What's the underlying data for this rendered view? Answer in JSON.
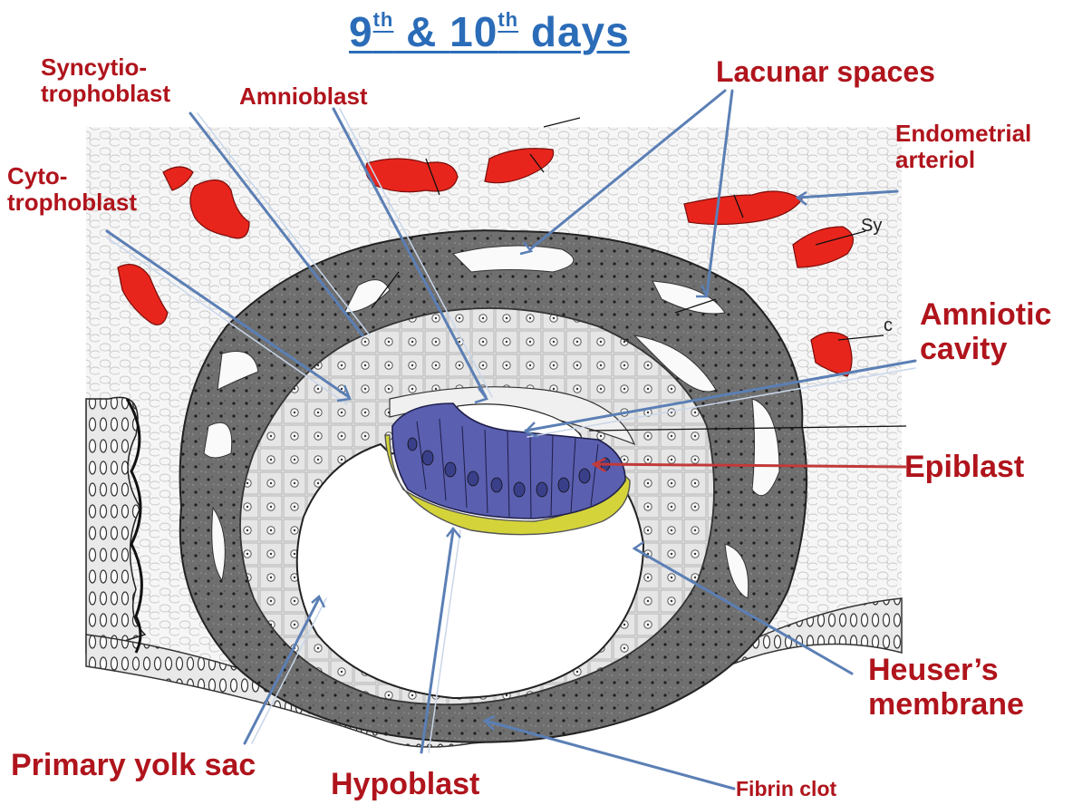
{
  "title": {
    "prefix_num": "9",
    "prefix_sup": "th",
    "amp": " & ",
    "second_num": "10",
    "second_sup": "th",
    "suffix": " days"
  },
  "labels": {
    "syncytiotrophoblast": [
      "Syncytio-",
      "trophoblast"
    ],
    "cytotrophoblast": [
      "Cyto-",
      "trophoblast"
    ],
    "amnioblast": "Amnioblast",
    "lacunar_spaces": "Lacunar spaces",
    "endometrial_arteriol": [
      "Endometrial",
      "arteriol"
    ],
    "amniotic_cavity": [
      "Amniotic",
      "cavity"
    ],
    "epiblast": "Epiblast",
    "heusers_membrane": [
      "Heuser’s",
      "membrane"
    ],
    "primary_yolk_sac": "Primary yolk sac",
    "hypoblast": "Hypoblast",
    "fibrin_clot": "Fibrin clot",
    "partial_sy": "Sy",
    "partial_c": "c"
  },
  "colors": {
    "title": "#2b6cb8",
    "label": "#b0141c",
    "arrow": "#5b7fb5",
    "epiblast_arrow": "#c23a3a",
    "vessel": "#e8251c",
    "epiblast_fill": "#5a5fb0",
    "hypoblast_fill": "#d4d43a",
    "syncytio_fill": "#6a6a6a",
    "cyto_fill": "#d8d8d8"
  }
}
